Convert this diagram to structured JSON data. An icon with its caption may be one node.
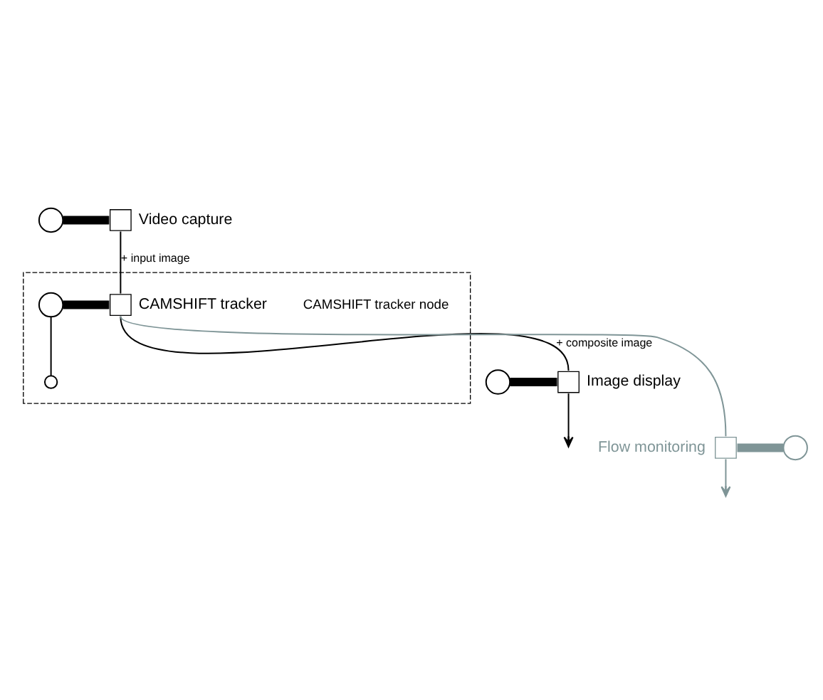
{
  "diagram": {
    "nodes": [
      {
        "text": [],
        "shape": "circle"
      },
      {
        "text": [],
        "shape": "box",
        "beside": [
          "Video capture"
        ]
      },
      {
        "text": [
          "CAMSHIFT tracker node"
        ]
      },
      {
        "text": [],
        "shape": "circle",
        "in": 2
      },
      {
        "text": [],
        "shape": "circle",
        "in": 2
      },
      {
        "text": [],
        "shape": "box",
        "beside": [
          "CAMSHIFT tracker"
        ],
        "in": 2
      },
      {
        "text": [],
        "shape": "circle"
      },
      {
        "text": [],
        "shape": "box",
        "beside": [
          "Image display"
        ]
      },
      {
        "text": [],
        "shape": "box",
        "beside": [
          "Flow monitoring"
        ]
      },
      {
        "text": [],
        "shape": "circle"
      }
    ],
    "edges": [
      {
        "from": 0,
        "to": 1,
        "arrow": "none",
        "style": "thick"
      },
      {
        "from": 1,
        "to": 5,
        "arrow": "none",
        "label": "+ input image"
      },
      {
        "from": 3,
        "to": 5,
        "arrow": "none",
        "style": "thick"
      },
      {
        "from": 3,
        "to": 4,
        "arrow": "none"
      },
      {
        "from": 5,
        "to": 7,
        "arrow": "none",
        "label": "+ composite image"
      },
      {
        "from": 6,
        "to": 7,
        "arrow": "none",
        "style": "thick"
      },
      {
        "from": 7,
        "to": null,
        "arrow": "to"
      },
      {
        "from": 5,
        "to": 8,
        "arrow": "none",
        "color": "#7f9597"
      },
      {
        "from": 8,
        "to": 9,
        "arrow": "none",
        "style": "thick",
        "color": "#7f9597"
      },
      {
        "from": 8,
        "to": null,
        "arrow": "to",
        "color": "#7f9597"
      }
    ]
  }
}
